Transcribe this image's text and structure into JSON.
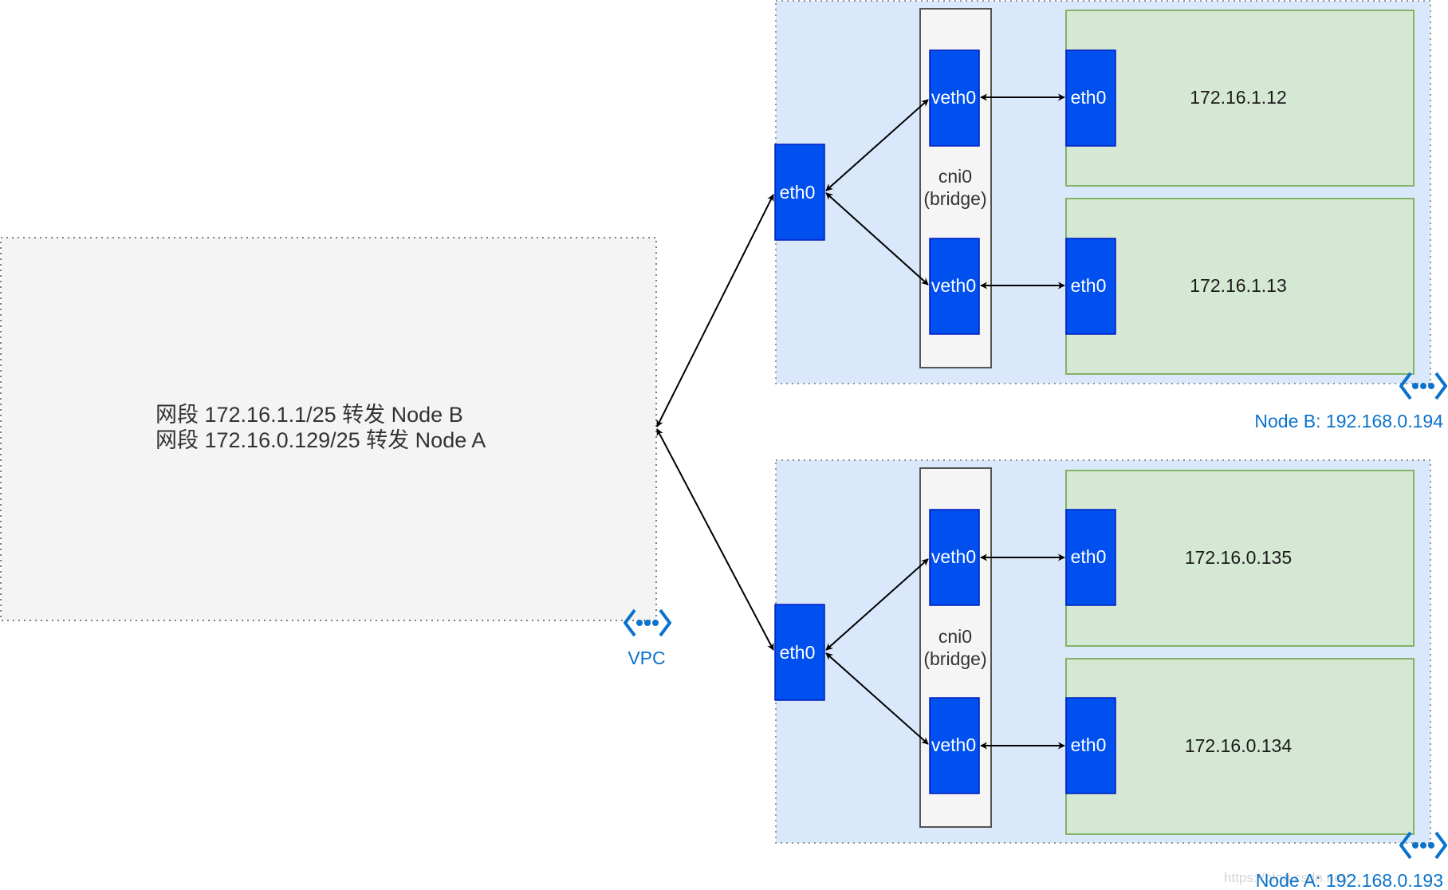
{
  "vpc": {
    "route_line_1": "网段 172.16.1.1/25 转发 Node B",
    "route_line_2": "网段 172.16.0.129/25 转发 Node A",
    "label": "VPC",
    "icon": "virtual-network-icon"
  },
  "node_b": {
    "label": "Node B: 192.168.0.194",
    "icon": "virtual-network-icon",
    "eth_label": "eth0",
    "bridge_label_1": "cni0",
    "bridge_label_2": "(bridge)",
    "veth_top": "veth0",
    "veth_bottom": "veth0",
    "pods": [
      {
        "eth": "eth0",
        "ip": "172.16.1.12"
      },
      {
        "eth": "eth0",
        "ip": "172.16.1.13"
      }
    ]
  },
  "node_a": {
    "label": "Node A: 192.168.0.193",
    "icon": "virtual-network-icon",
    "eth_label": "eth0",
    "bridge_label_1": "cni0",
    "bridge_label_2": "(bridge)",
    "veth_top": "veth0",
    "veth_bottom": "veth0",
    "pods": [
      {
        "eth": "eth0",
        "ip": "172.16.0.135"
      },
      {
        "eth": "eth0",
        "ip": "172.16.0.134"
      }
    ]
  },
  "watermark": "https://blog.csdn.net/...",
  "colors": {
    "vpc_fill": "#f4f4f4",
    "node_fill": "#dae8fc",
    "pod_fill": "#d5e8d4",
    "pod_stroke": "#82b366",
    "bridge_fill": "#f5f5f5",
    "iface_fill": "#0050ef",
    "accent_blue": "#0a72cc"
  }
}
